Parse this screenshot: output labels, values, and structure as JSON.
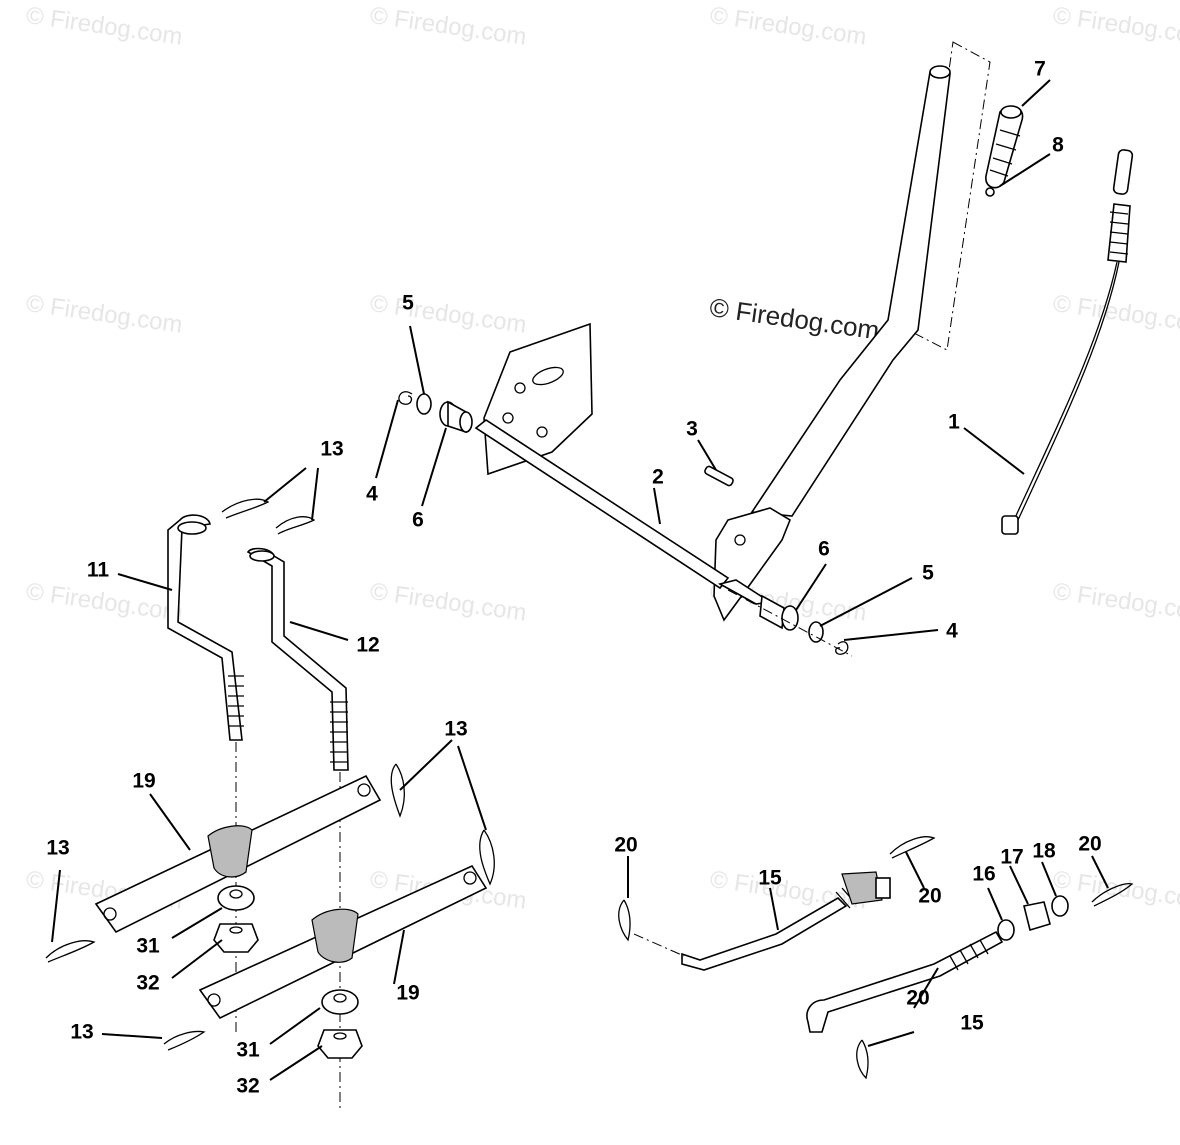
{
  "watermark": {
    "text": "© Firedog.com",
    "center_text": "© Firedog.com"
  },
  "callouts": {
    "c1": "1",
    "c2": "2",
    "c3": "3",
    "c4a": "4",
    "c4b": "4",
    "c5a": "5",
    "c5b": "5",
    "c6a": "6",
    "c6b": "6",
    "c7": "7",
    "c8": "8",
    "c11": "11",
    "c12": "12",
    "c13a": "13",
    "c13b": "13",
    "c13c": "13",
    "c13d": "13",
    "c15a": "15",
    "c15b": "15",
    "c16": "16",
    "c17": "17",
    "c18": "18",
    "c19a": "19",
    "c19b": "19",
    "c20a": "20",
    "c20b": "20",
    "c20c": "20",
    "c20d": "20",
    "c31a": "31",
    "c31b": "31",
    "c32a": "32",
    "c32b": "32"
  }
}
